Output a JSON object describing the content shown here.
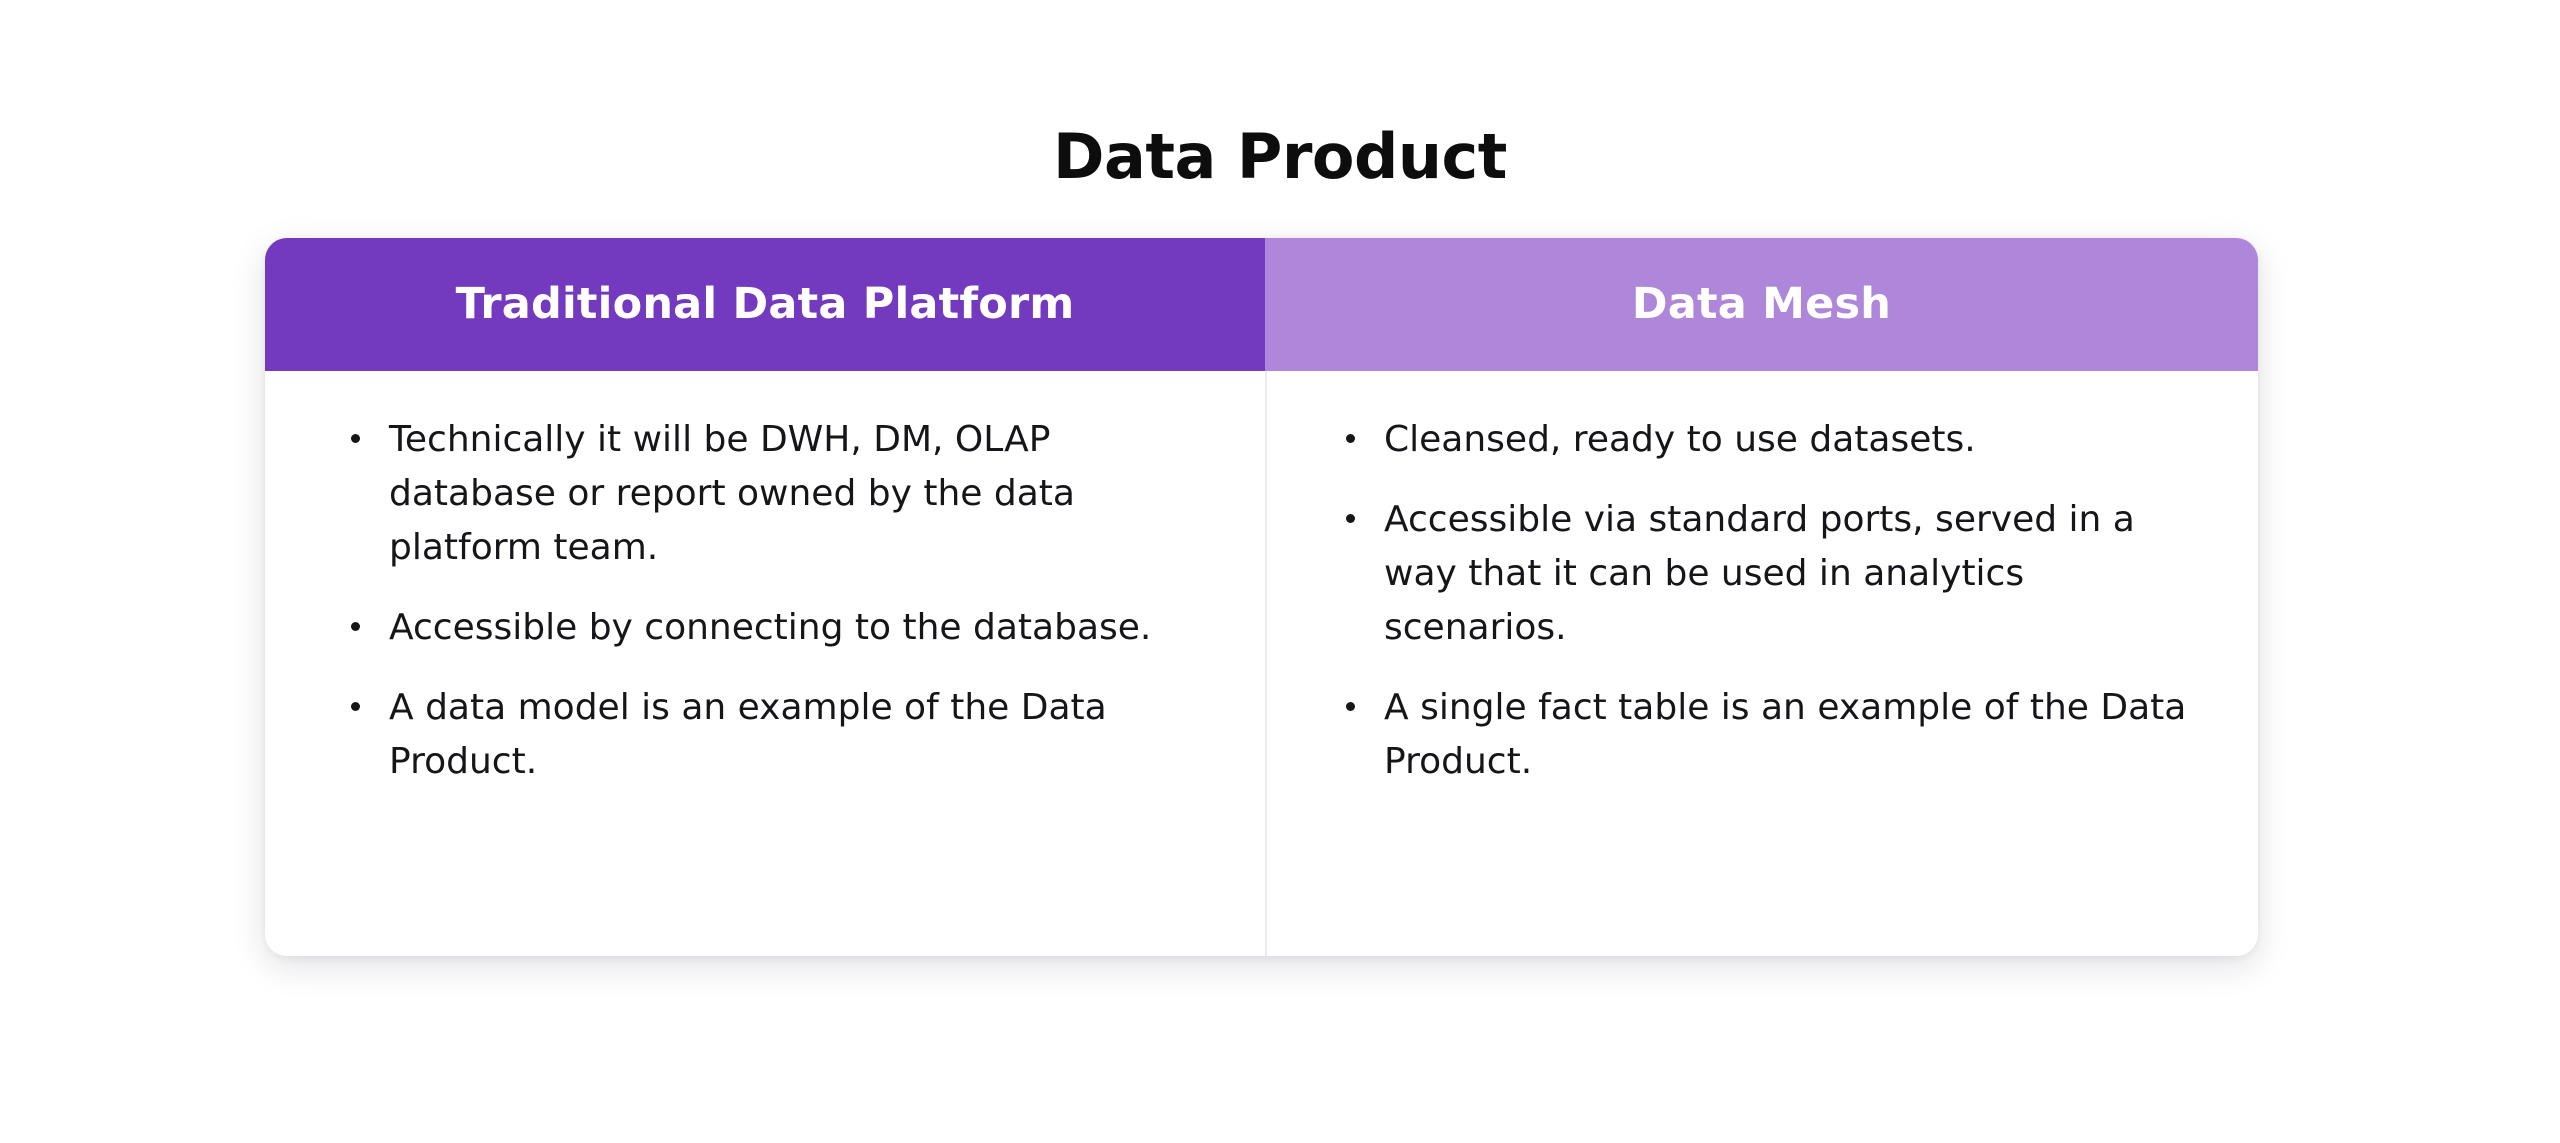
{
  "page": {
    "title": "Data Product",
    "background_color": "#ffffff"
  },
  "comparison": {
    "columns": [
      {
        "header": "Traditional Data Platform",
        "header_bg": "#7339be",
        "header_text_color": "#ffffff",
        "bullets": [
          "Technically it will be DWH, DM, OLAP database or report owned by the data platform team.",
          "Accessible by connecting to the database.",
          "A data model is an example of the Data Product."
        ]
      },
      {
        "header": "Data Mesh",
        "header_bg": "#ae86da",
        "header_text_color": "#ffffff",
        "bullets": [
          "Cleansed, ready to use datasets.",
          "Accessible via standard ports, served in a way that it can be used in analytics scenarios.",
          "A single fact table is an example of the Data Product."
        ]
      }
    ],
    "divider_color": "#ebebeb",
    "card_bg": "#ffffff"
  }
}
